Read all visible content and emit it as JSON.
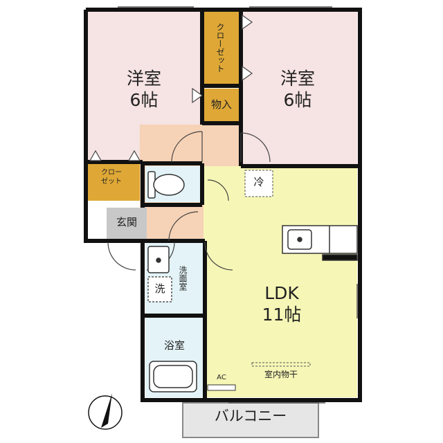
{
  "rooms": {
    "western_room_left": {
      "name": "洋室",
      "size": "6帖"
    },
    "western_room_right": {
      "name": "洋室",
      "size": "6帖"
    },
    "closet_top": "クローゼット",
    "storage": "物入",
    "closet_left_line1": "クロー",
    "closet_left_line2": "ゼット",
    "entrance": "玄関",
    "fridge": "冷",
    "washer": "洗",
    "washroom": "洗面室",
    "bathroom": "浴室",
    "ldk": {
      "name": "LDK",
      "size": "11帖"
    },
    "ac": "AC",
    "indoor_drying": "室内物干",
    "balcony": "バルコニー"
  },
  "colors": {
    "western_room": "#f6e3e3",
    "closet": "#dfa836",
    "hallway": "#f6d2b6",
    "toilet_bath": "#e3f3f7",
    "ldk": "#f6f6b6",
    "entrance": "#c8c8c8",
    "balcony": "#e6e6e6",
    "wall": "#111111"
  }
}
